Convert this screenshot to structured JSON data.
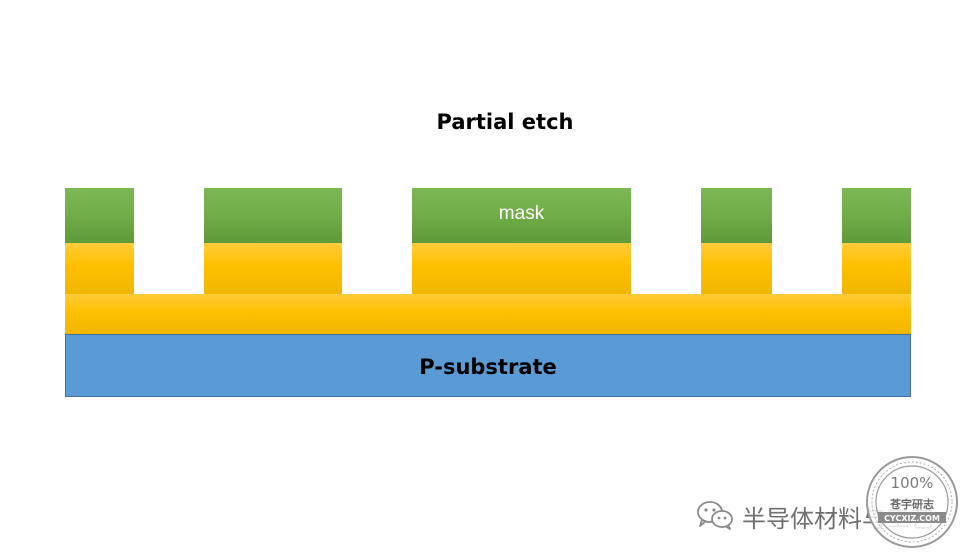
{
  "diagram": {
    "title": "Partial etch",
    "mask_label": "mask",
    "substrate_label": "P-substrate"
  },
  "watermark": {
    "text": "半导体材料与工艺",
    "seal_number": "100%",
    "seal_chars": "苍宇研志",
    "seal_site": "CYCXIZ.COM",
    "icon": "wechat-icon"
  },
  "colors": {
    "mask": "#70ad47",
    "etched_layer": "#ffc000",
    "substrate": "#5b9bd5"
  }
}
